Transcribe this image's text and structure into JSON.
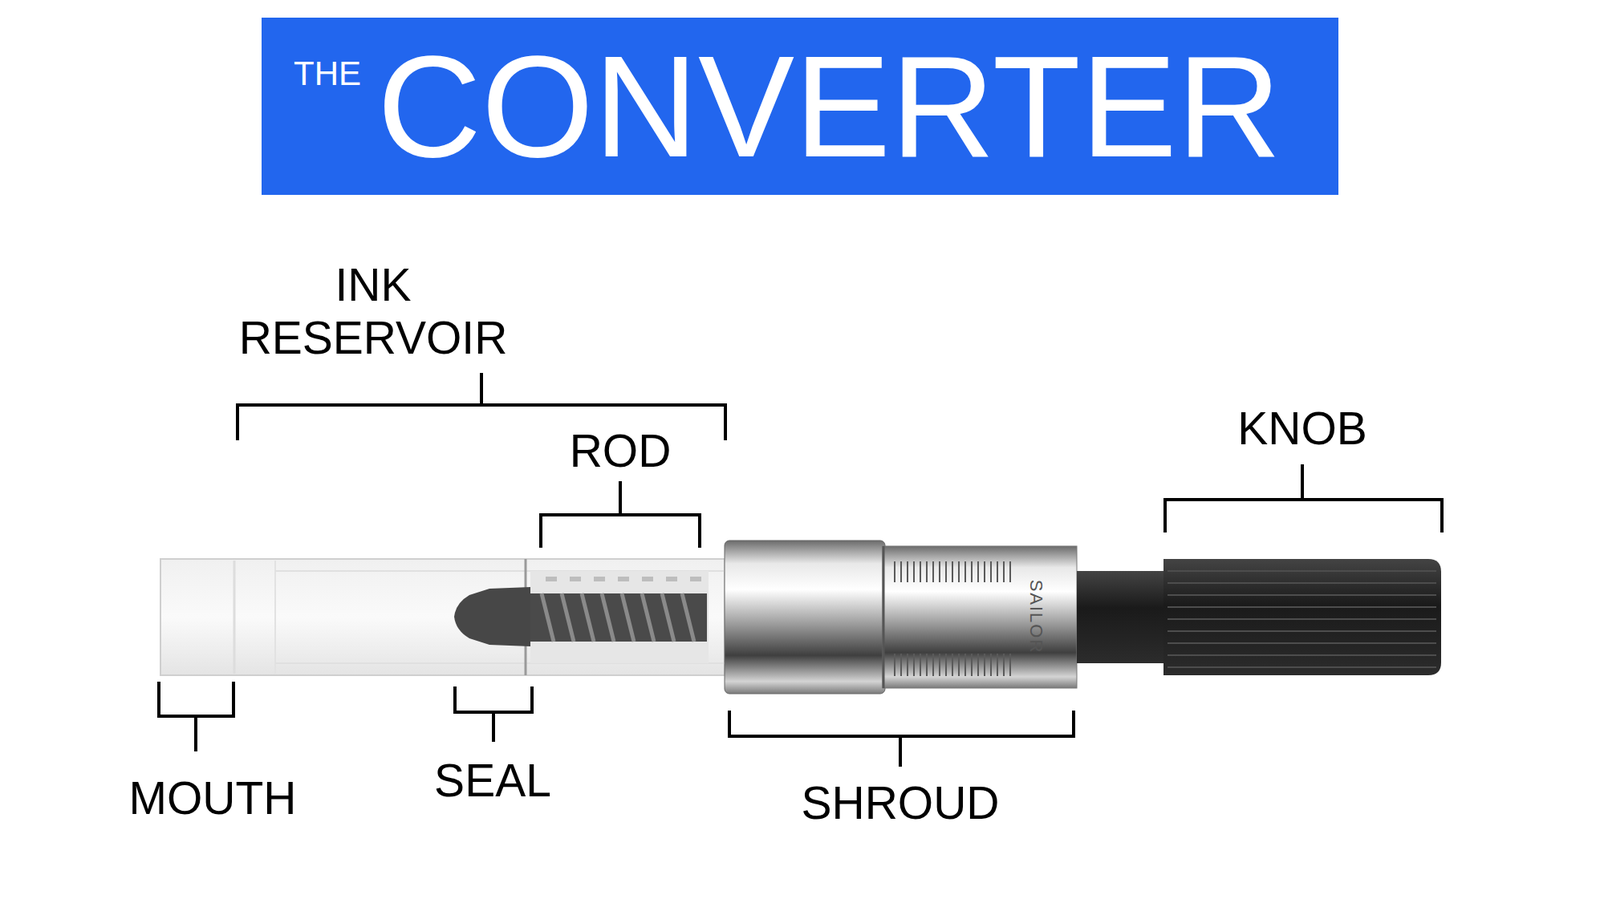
{
  "diagram": {
    "title": "CONVERTER",
    "labels": [
      "THE",
      "INK RESERVOIR",
      "ROD",
      "KNOB",
      "MOUTH",
      "SEAL",
      "SHROUD",
      "SAILOR"
    ]
  }
}
